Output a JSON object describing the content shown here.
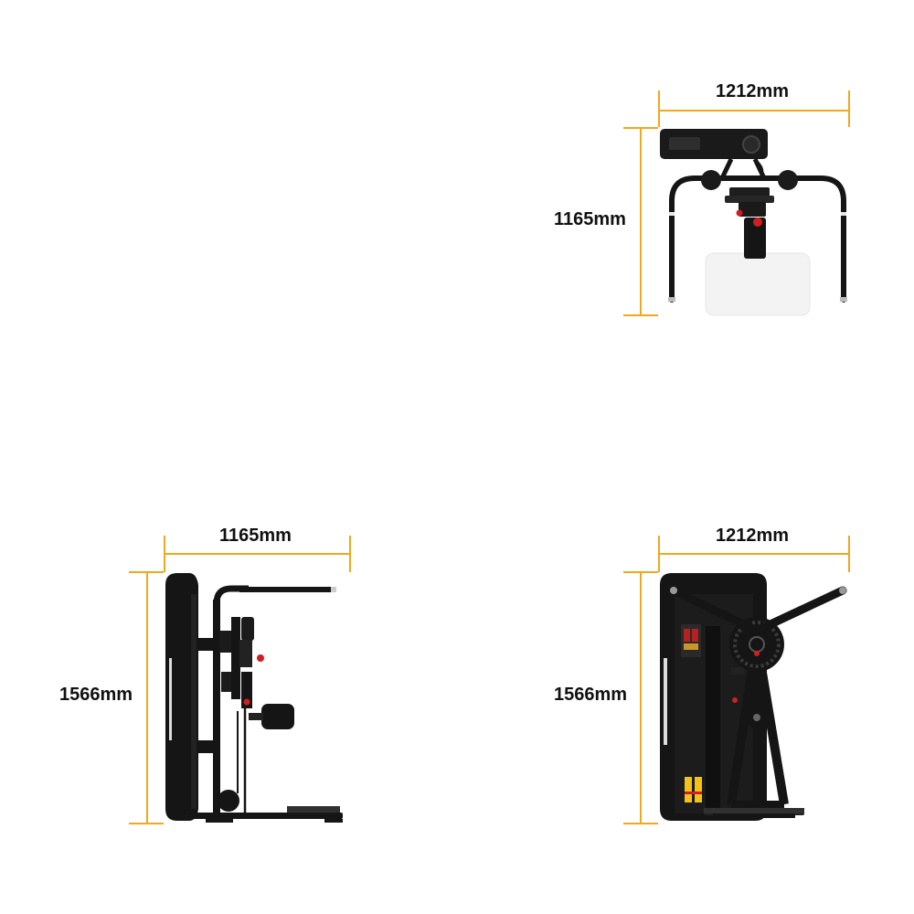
{
  "colors": {
    "dimension_line": "#f0a81c",
    "frame": "#151515",
    "accent_red": "#d21e1e",
    "accent_yellow": "#f2c21a",
    "seat_pad": "#f2f2f2",
    "label_text": "#111111"
  },
  "views": {
    "top": {
      "width_label": "1212mm",
      "depth_label": "1165mm"
    },
    "side": {
      "width_label": "1165mm",
      "height_label": "1566mm"
    },
    "front": {
      "width_label": "1212mm",
      "height_label": "1566mm"
    }
  }
}
